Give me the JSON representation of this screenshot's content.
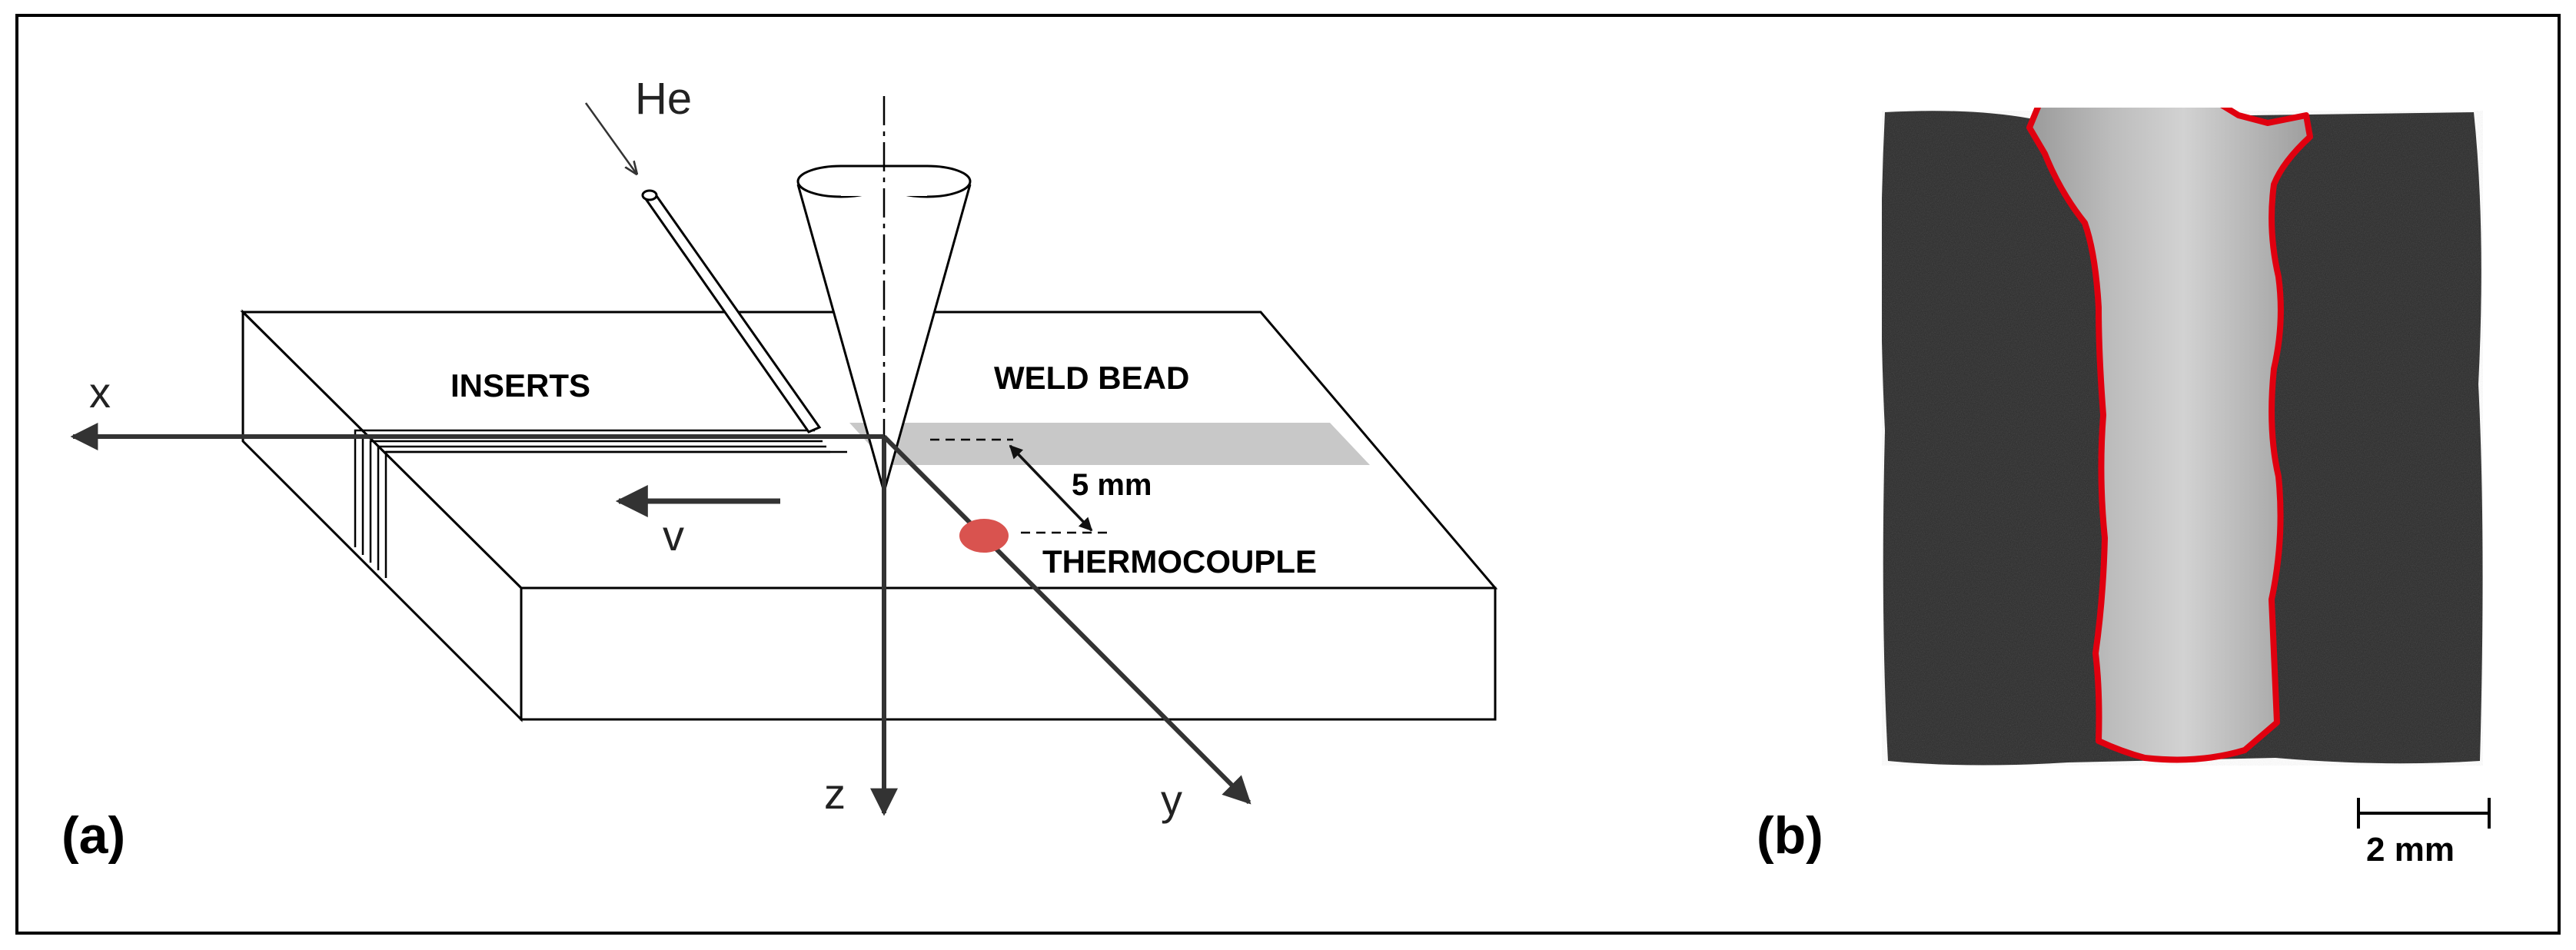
{
  "panel_a": {
    "tag": "(a)",
    "labels": {
      "gas": "He",
      "inserts": "INSERTS",
      "weld_bead": "WELD BEAD",
      "distance": "5 mm",
      "thermocouple": "THERMOCOUPLE",
      "velocity": "v"
    },
    "axes": {
      "x": "x",
      "y": "y",
      "z": "z"
    }
  },
  "panel_b": {
    "tag": "(b)",
    "scale_bar": "2 mm"
  },
  "colors": {
    "outline": "#000000",
    "weld_bead_band": "#c8c8c8",
    "thermocouple": "#d9534f",
    "fusion_boundary": "#e0000f",
    "micrograph_dark": "#2b2b2b",
    "micrograph_light": "#c9c9c9"
  }
}
